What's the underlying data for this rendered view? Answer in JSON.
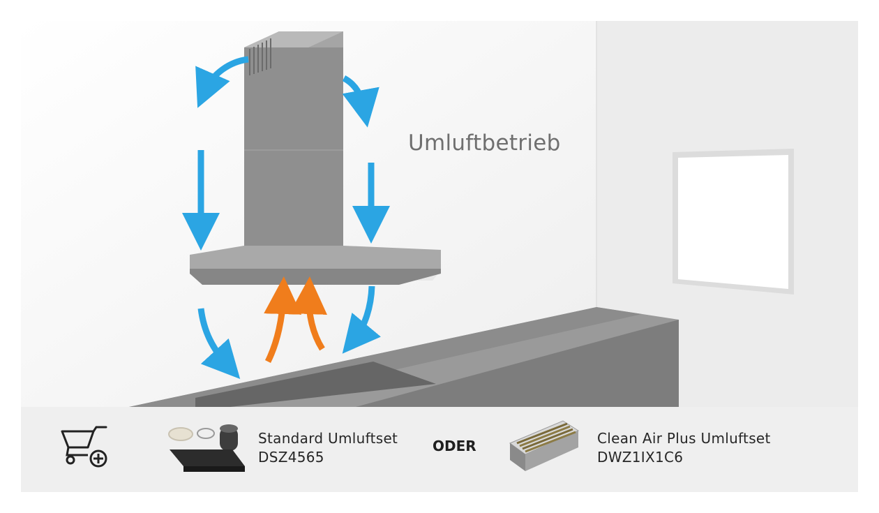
{
  "scene": {
    "title": "Umluftbetrieb",
    "colors": {
      "wall": "#f7f7f7",
      "side_wall": "#ececec",
      "hood": "#8d8d8d",
      "counter": "#8a8a8a",
      "clean_air_arrow": "#2ba5e3",
      "suction_arrow": "#f07d1c"
    }
  },
  "footer": {
    "cart_icon": "shopping-cart-add-icon",
    "option_a": {
      "name": "Standard Umluftset",
      "code": "DSZ4565"
    },
    "separator": "ODER",
    "option_b": {
      "name": "Clean Air Plus Umluftset",
      "code": "DWZ1IX1C6"
    }
  }
}
